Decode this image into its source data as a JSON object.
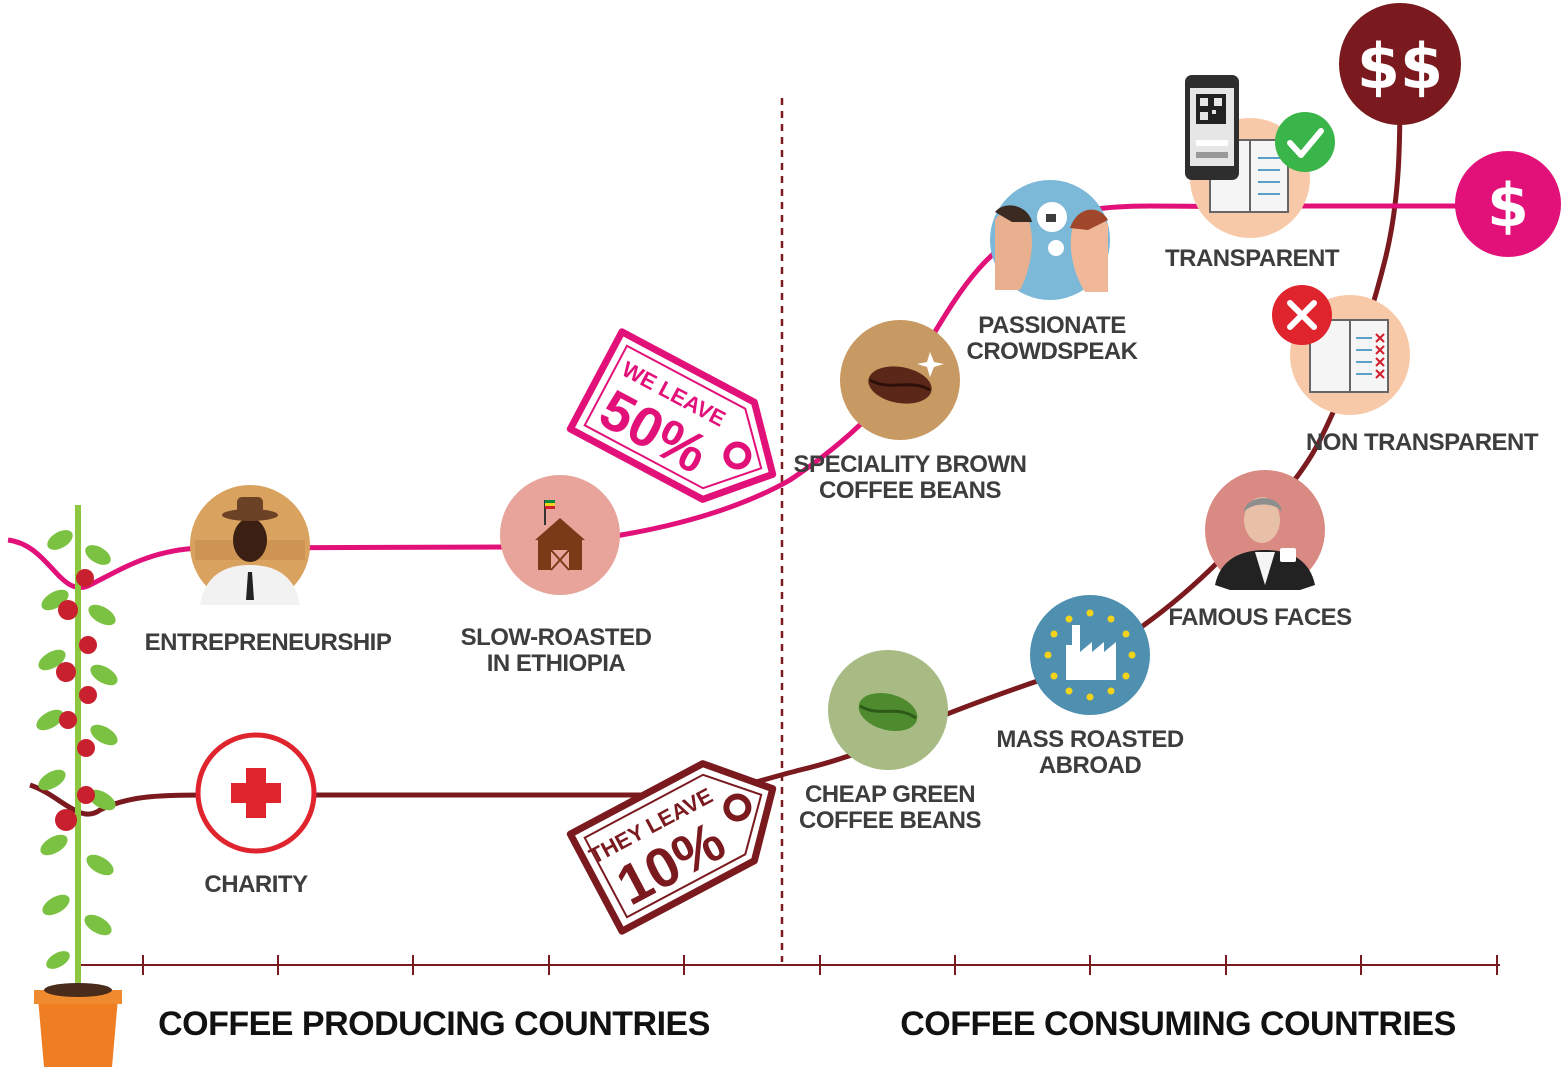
{
  "labels": {
    "entrepreneurship": "ENTREPRENEURSHIP",
    "slow_roasted_1": "SLOW-ROASTED",
    "slow_roasted_2": "IN ETHIOPIA",
    "charity": "CHARITY",
    "speciality_1": "SPECIALITY BROWN",
    "speciality_2": "COFFEE BEANS",
    "crowdspeak_1": "PASSIONATE",
    "crowdspeak_2": "CROWDSPEAK",
    "transparent": "TRANSPARENT",
    "non_transparent": "NON TRANSPARENT",
    "famous_faces": "FAMOUS FACES",
    "mass_roasted_1": "MASS ROASTED",
    "mass_roasted_2": "ABROAD",
    "cheap_green_1": "CHEAP GREEN",
    "cheap_green_2": "COFFEE BEANS"
  },
  "tags": {
    "we_leave_top": "WE LEAVE",
    "we_leave_value": "50%",
    "they_leave_top": "THEY LEAVE",
    "they_leave_value": "10%"
  },
  "price": {
    "single": "$",
    "double": "$$"
  },
  "axis": {
    "producing": "COFFEE PRODUCING COUNTRIES",
    "consuming": "COFFEE CONSUMING COUNTRIES"
  },
  "colors": {
    "pink": "#e2117a",
    "maroon": "#7a1a1f",
    "label": "#3d3d3d",
    "leaf": "#7cc242",
    "berry": "#c8202f",
    "pot": "#ef7d22"
  }
}
